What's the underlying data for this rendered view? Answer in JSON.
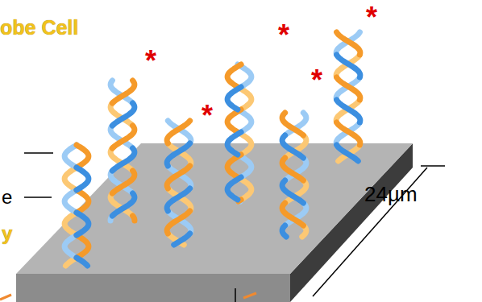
{
  "diagram": {
    "labels": [
      "obe Cell",
      "e",
      "y",
      "24µm",
      "*",
      "*",
      "*",
      "*",
      "*"
    ]
  }
}
